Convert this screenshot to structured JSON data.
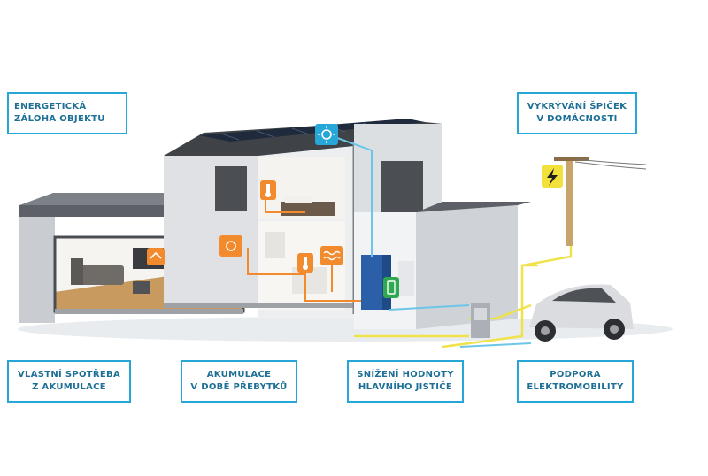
{
  "labels": {
    "backup": {
      "line1": "ENERGETICKÁ",
      "line2": "ZÁLOHA OBJEKTU"
    },
    "peak": {
      "line1": "VYKRÝVÁNÍ ŠPIČEK",
      "line2": "V DOMÁCNOSTI"
    },
    "self": {
      "line1": "VLASTNÍ SPOTŘEBA",
      "line2": "Z AKUMULACE"
    },
    "accum": {
      "line1": "AKUMULACE",
      "line2": "V DOBĚ PŘEBYTKŮ"
    },
    "breaker": {
      "line1": "SNÍŽENÍ HODNOTY",
      "line2": "HLAVNÍHO JISTIČE"
    },
    "emob": {
      "line1": "PODPORA",
      "line2": "ELEKTROMOBILITY"
    }
  },
  "colors": {
    "frame": "#27a7d8",
    "text": "#1d6f96",
    "energy_line": "#f0e24a",
    "data_line": "#6cc6e8",
    "orange_icon": "#f28a2e",
    "green_icon": "#2fa84f"
  },
  "icons": [
    "sun-icon",
    "thermometer-icon",
    "light-icon",
    "water-heater-icon",
    "battery-status-icon",
    "lightning-warning-icon",
    "car-icon"
  ]
}
